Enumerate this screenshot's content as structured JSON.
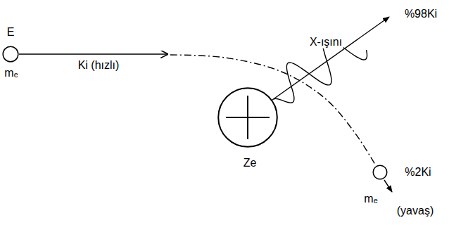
{
  "diagram": {
    "nodes": [
      {
        "text": [
          "E",
          "mₑ"
        ]
      },
      {
        "text": [
          "Ze"
        ]
      },
      {
        "text": [
          "mₑ",
          "%2Ki"
        ]
      }
    ],
    "edges": [
      {
        "from": 0,
        "to": 2,
        "arrow": "to",
        "label": "Ki (hızlı)"
      }
    ],
    "labels": [
      "X-ışını",
      "%98Ki",
      "(yavaş)"
    ]
  }
}
